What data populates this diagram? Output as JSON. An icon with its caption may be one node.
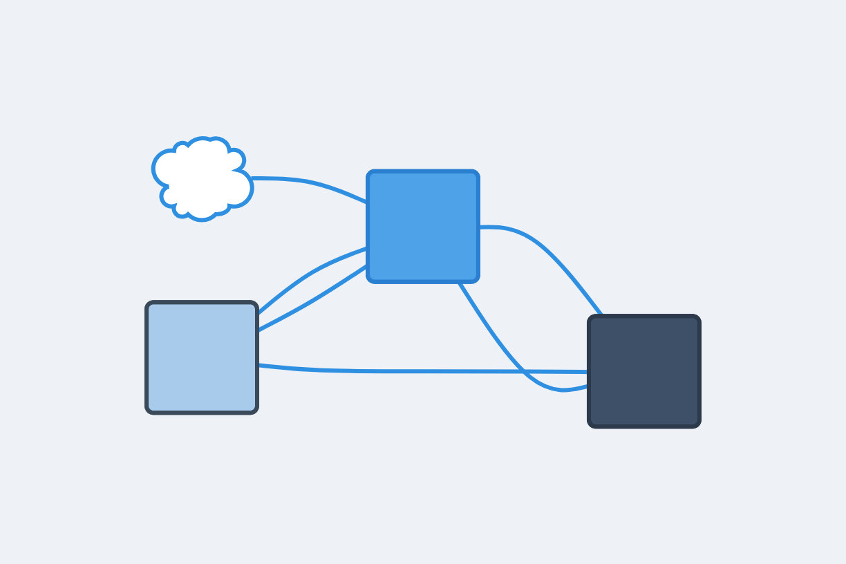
{
  "diagram": {
    "nodes": [
      {
        "text": [],
        "shape": "box"
      },
      {
        "text": [],
        "shape": "cloud"
      },
      {
        "text": [],
        "shape": "box"
      },
      {
        "text": [],
        "shape": "box"
      }
    ],
    "edges": [
      {
        "from": 1,
        "to": 2,
        "arrow": "none"
      },
      {
        "from": 0,
        "to": 2,
        "arrow": "none"
      },
      {
        "from": 2,
        "to": 3,
        "arrow": "none"
      },
      {
        "from": 0,
        "to": 3,
        "arrow": "none"
      },
      {
        "from": 2,
        "to": 0,
        "arrow": "none"
      },
      {
        "from": 2,
        "to": 3,
        "arrow": "none"
      }
    ]
  }
}
